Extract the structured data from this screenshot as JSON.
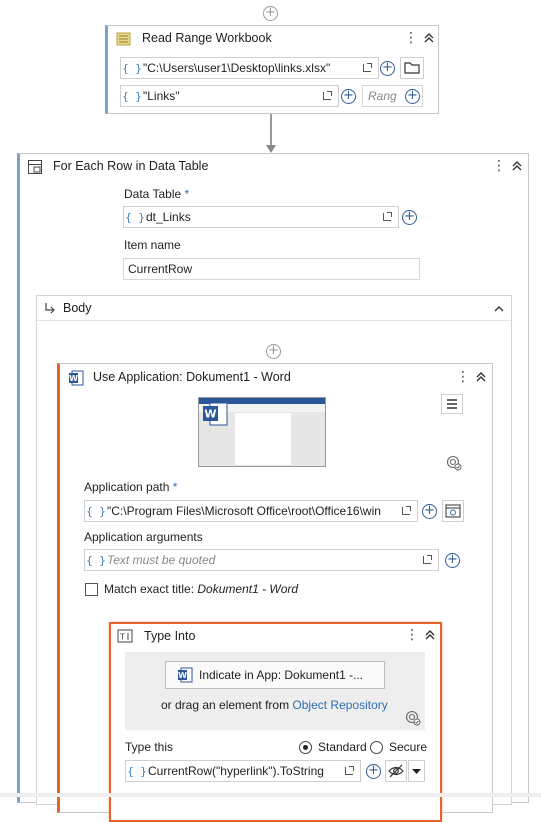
{
  "read_range": {
    "title": "Read Range Workbook",
    "path_value": "\"C:\\Users\\user1\\Desktop\\links.xlsx\"",
    "sheet_value": "\"Links\"",
    "range_placeholder": "Rang"
  },
  "for_each": {
    "title": "For Each Row in Data Table",
    "data_table_label": "Data Table",
    "data_table_required": "*",
    "data_table_value": "dt_Links",
    "item_name_label": "Item name",
    "item_name_value": "CurrentRow"
  },
  "body": {
    "title": "Body"
  },
  "use_app": {
    "title": "Use Application: Dokument1 - Word",
    "app_path_label": "Application path",
    "app_path_required": "*",
    "app_path_value": "\"C:\\Program Files\\Microsoft Office\\root\\Office16\\win",
    "app_args_label": "Application arguments",
    "app_args_placeholder": "Text must be quoted",
    "match_title_label": "Match exact title:",
    "match_title_value": "Dokument1 - Word"
  },
  "type_into": {
    "title": "Type Into",
    "indicate_label": "Indicate in App: Dokument1 -...",
    "drag_text": "or drag an element from",
    "object_repo_link": "Object Repository",
    "type_this_label": "Type this",
    "standard_label": "Standard",
    "secure_label": "Secure",
    "type_value": "CurrentRow(\"hyperlink\").ToString"
  },
  "colors": {
    "accent": "#e8632b",
    "link": "#2d6fb3",
    "border": "#c8c8c8"
  }
}
